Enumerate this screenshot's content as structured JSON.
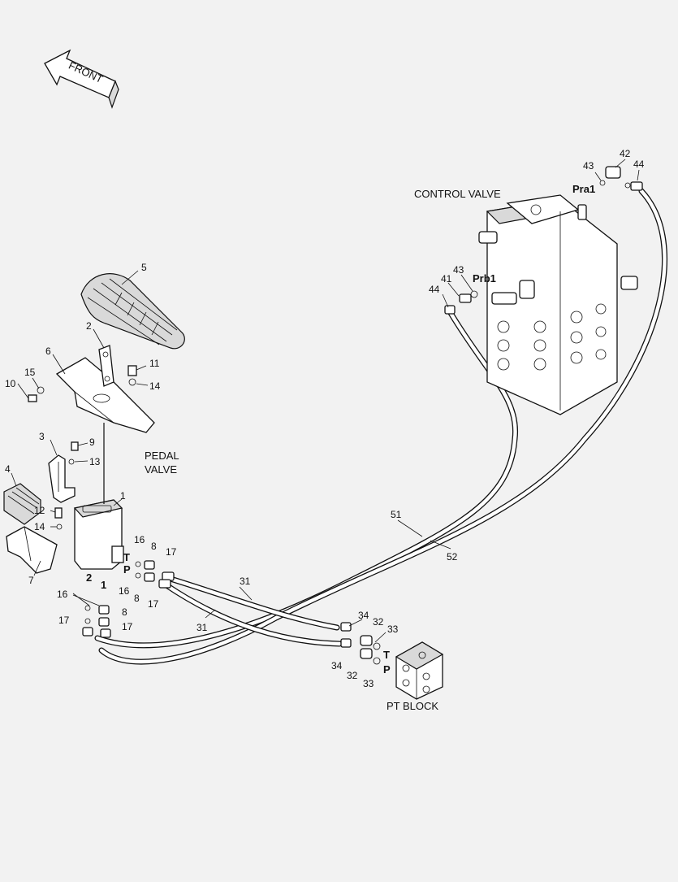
{
  "front_arrow": {
    "label": "FRONT"
  },
  "labels": {
    "control_valve": "CONTROL VALVE",
    "pedal_valve_1": "PEDAL",
    "pedal_valve_2": "VALVE",
    "pt_block": "PT BLOCK"
  },
  "ports": {
    "pra1": "Pra1",
    "prb1": "Prb1",
    "pedal_t": "T",
    "pedal_p": "P",
    "pedal_2": "2",
    "pedal_1": "1",
    "block_t": "T",
    "block_p": "P"
  },
  "callouts": {
    "c1": "1",
    "c2": "2",
    "c3": "3",
    "c4": "4",
    "c5": "5",
    "c6": "6",
    "c7": "7",
    "c8a": "8",
    "c8b": "8",
    "c8c": "8",
    "c9": "9",
    "c10": "10",
    "c11": "11",
    "c12": "12",
    "c13": "13",
    "c14a": "14",
    "c14b": "14",
    "c15": "15",
    "c16a": "16",
    "c16b": "16",
    "c16c": "16",
    "c17a": "17",
    "c17b": "17",
    "c17c": "17",
    "c17d": "17",
    "c31a": "31",
    "c31b": "31",
    "c32a": "32",
    "c32b": "32",
    "c33a": "33",
    "c33b": "33",
    "c34a": "34",
    "c34b": "34",
    "c41": "41",
    "c42": "42",
    "c43a": "43",
    "c43b": "43",
    "c44a": "44",
    "c44b": "44",
    "c51": "51",
    "c52": "52"
  }
}
